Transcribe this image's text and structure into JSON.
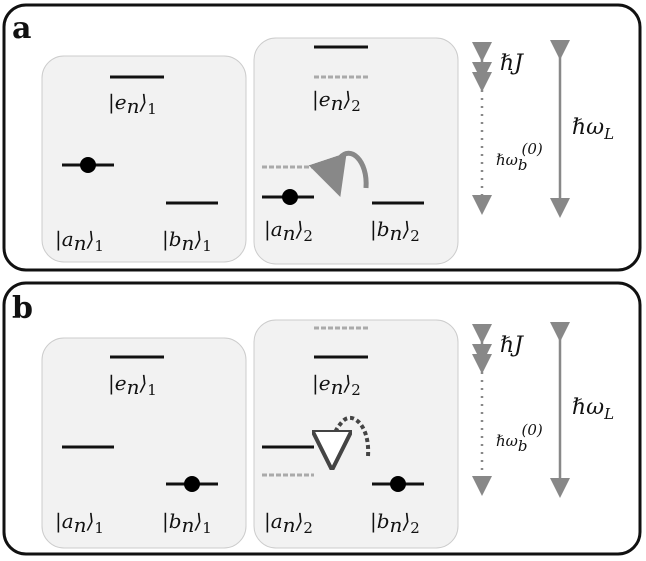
{
  "panels": [
    {
      "letter": "a",
      "labels": {
        "e1": "|e",
        "e1_sub": "n",
        "e1_close": "⟩",
        "e1_idx": "1",
        "e2": "|e",
        "e2_sub": "n",
        "e2_close": "⟩",
        "e2_idx": "2",
        "a1": "|a",
        "a1_sub": "n",
        "a1_close": "⟩",
        "a1_idx": "1",
        "b1": "|b",
        "b1_sub": "n",
        "b1_close": "⟩",
        "b1_idx": "1",
        "a2": "|a",
        "a2_sub": "n",
        "a2_close": "⟩",
        "a2_idx": "2",
        "b2": "|b",
        "b2_sub": "n",
        "b2_close": "⟩",
        "b2_idx": "2"
      },
      "hbarJ": "ℏJ",
      "hbarOmegaL": "ℏω",
      "omegaL_sub": "L",
      "hbarOmegaB": "ℏω",
      "omegaB_sub": "b",
      "omegaB_sup": "(0)"
    },
    {
      "letter": "b",
      "labels": {
        "e1": "|e",
        "e1_sub": "n",
        "e1_close": "⟩",
        "e1_idx": "1",
        "e2": "|e",
        "e2_sub": "n",
        "e2_close": "⟩",
        "e2_idx": "2",
        "a1": "|a",
        "a1_sub": "n",
        "a1_close": "⟩",
        "a1_idx": "1",
        "b1": "|b",
        "b1_sub": "n",
        "b1_close": "⟩",
        "b1_idx": "1",
        "a2": "|a",
        "a2_sub": "n",
        "a2_close": "⟩",
        "a2_idx": "2",
        "b2": "|b",
        "b2_sub": "n",
        "b2_close": "⟩",
        "b2_idx": "2"
      },
      "hbarJ": "ℏJ",
      "hbarOmegaL": "ℏω",
      "omegaL_sub": "L",
      "hbarOmegaB": "ℏω",
      "omegaB_sub": "b",
      "omegaB_sup": "(0)"
    }
  ],
  "colors": {
    "frame": "#111111",
    "box_fill": "#f2f2f2",
    "box_stroke": "#cccccc",
    "level": "#111111",
    "shifted_level": "#aaaaaa",
    "arrow_grey": "#888888",
    "atom": "#000000"
  }
}
